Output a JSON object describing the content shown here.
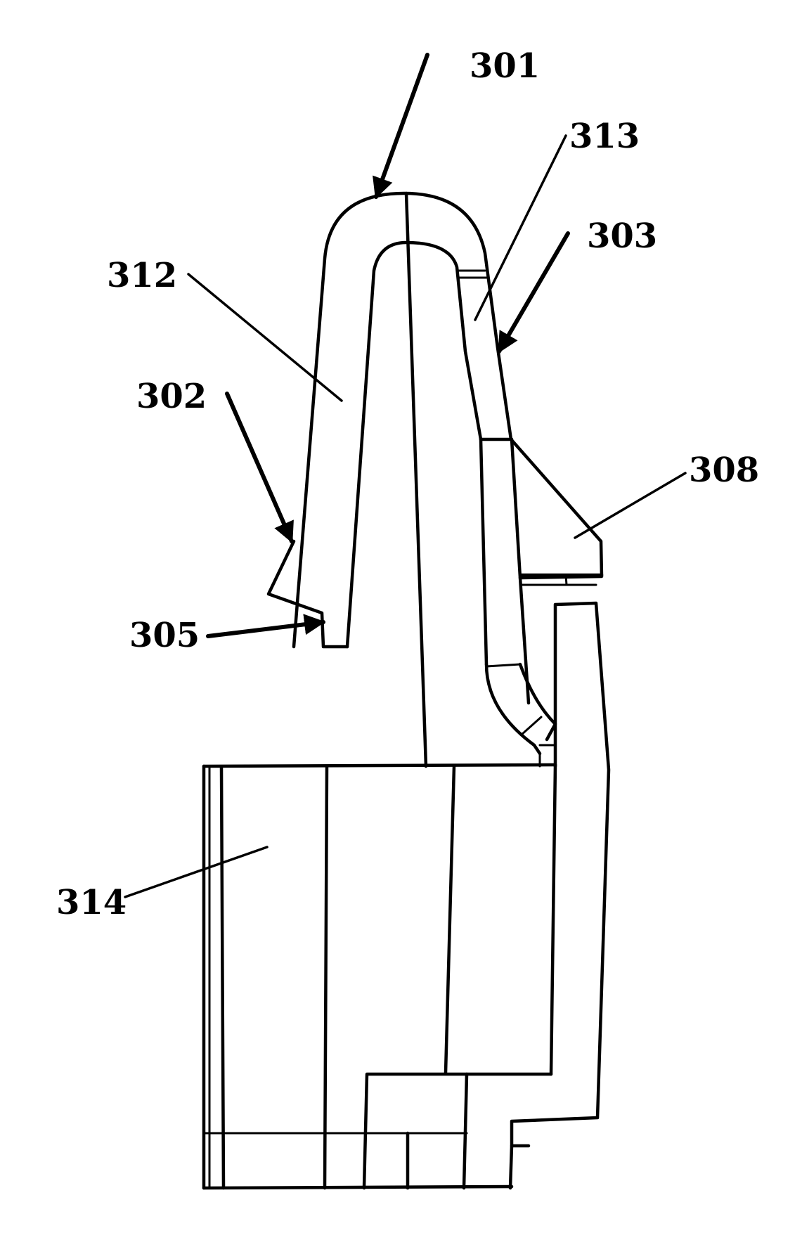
{
  "labels": {
    "l301": "301",
    "l313": "313",
    "l303": "303",
    "l312": "312",
    "l302": "302",
    "l308": "308",
    "l305": "305",
    "l314": "314"
  }
}
